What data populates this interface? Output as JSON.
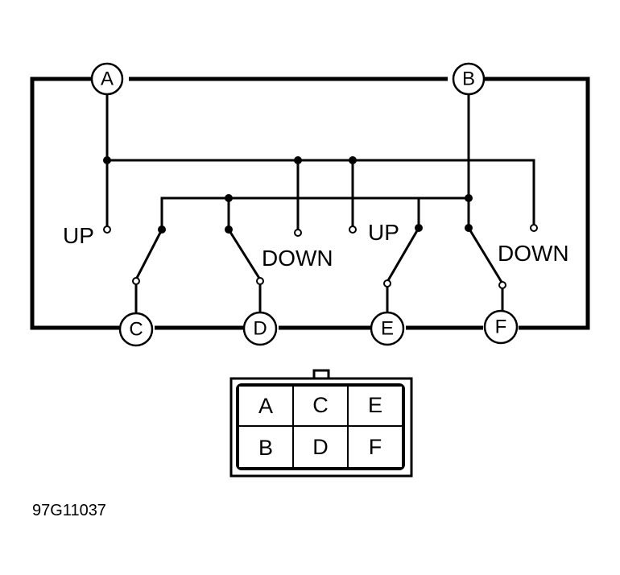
{
  "terminals": [
    "A",
    "B",
    "C",
    "D",
    "E",
    "F"
  ],
  "switch_labels": {
    "left_up": "UP",
    "left_down": "DOWN",
    "right_up": "UP",
    "right_down": "DOWN"
  },
  "connector_cells": [
    [
      "A",
      "C",
      "E"
    ],
    [
      "B",
      "D",
      "F"
    ]
  ],
  "figure_code": "97G11037"
}
